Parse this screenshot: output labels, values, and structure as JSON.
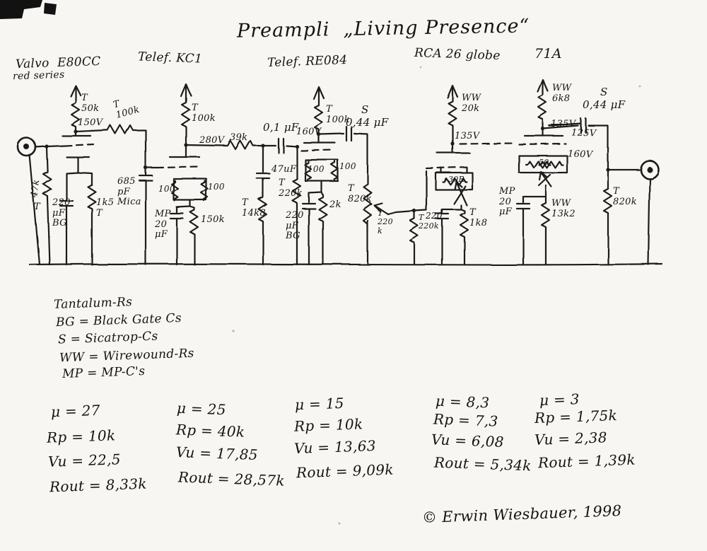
{
  "title": "Preampli  „Living Presence“",
  "copyright": "© Erwin Wiesbauer, 1998",
  "tubes": {
    "t1": "Valvo  E80CC",
    "t1_sub": "red series",
    "t2": "Telef. KC1",
    "t3": "Telef. RE084",
    "t4": "RCA 26 globe",
    "t5": "71A"
  },
  "legend": {
    "l1": "Tantalum-Rs",
    "l2": "BG = Black Gate Cs",
    "l3": "S = Sicatrop-Cs",
    "l4": "WW = Wirewound-Rs",
    "l5": "MP = MP-C's"
  },
  "stats": {
    "c1": {
      "mu": "μ = 27",
      "rp": "Rp = 10k",
      "vu": "Vu = 22,5",
      "rout": "Rout = 8,33k"
    },
    "c2": {
      "mu": "μ = 25",
      "rp": "Rp = 40k",
      "vu": "Vu = 17,85",
      "rout": "Rout = 28,57k"
    },
    "c3": {
      "mu": "μ = 15",
      "rp": "Rp = 10k",
      "vu": "Vu = 13,63",
      "rout": "Rout = 9,09k"
    },
    "c4": {
      "mu": "μ = 8,3",
      "rp": "Rp = 7,3",
      "vu": "Vu = 6,08",
      "rout": "Rout = 5,34k"
    },
    "c5": {
      "mu": "μ = 3",
      "rp": "Rp = 1,75k",
      "vu": "Vu = 2,38",
      "rout": "Rout = 1,39k"
    }
  },
  "sch": {
    "s1_ra": "T\n50k",
    "s1_v": "150V",
    "s1_rs": "T\n100k",
    "s1_rg": "47k",
    "s1_rg_t": "T",
    "s1_ck": "220\nμF\nBG",
    "s1_rk": "1k5\nT",
    "s1_cm": "685\npF\nMica",
    "s2_ra": "T\n100k",
    "s2_v": "280V",
    "s2_rs": "39k",
    "s2_cs": "0,1 μF",
    "s2_cf": "47uF",
    "s2_rf": "T\n14k8",
    "s2_f1": "100",
    "s2_f2": "100",
    "s2_cg": "MP\n20\nμF",
    "s2_rb": "150k",
    "s3_rg": "T\n220k",
    "s3_ra": "T\n100k",
    "s3_v": "160V",
    "s3_cs_s": "S",
    "s3_cs_v": "0,44 μF",
    "s3_f1": "100",
    "s3_f2": "100",
    "s3_ck": "220\nμF\nBG",
    "s3_rk": "2k",
    "pot_vol": "T\n820k",
    "pot_tap": "T\n220\nk",
    "s4_rg": "T\n220k",
    "s4_ra": "WW\n20k",
    "s4_v": "135V",
    "s4_pot": "30R",
    "s4_ck": "220",
    "s4_rk": "T\n1k8",
    "s5_ra": "WW\n6k8",
    "s5_vold": "135V",
    "s5_vnew": "125V",
    "s5_cs_s": "S",
    "s5_cs_v": "0,44 μF",
    "s5_vp": "160V",
    "s5_pot": "50",
    "s5_cf": "MP\n20\nμF",
    "s5_rf": "WW\n13k2",
    "out_r": "T\n820k"
  }
}
